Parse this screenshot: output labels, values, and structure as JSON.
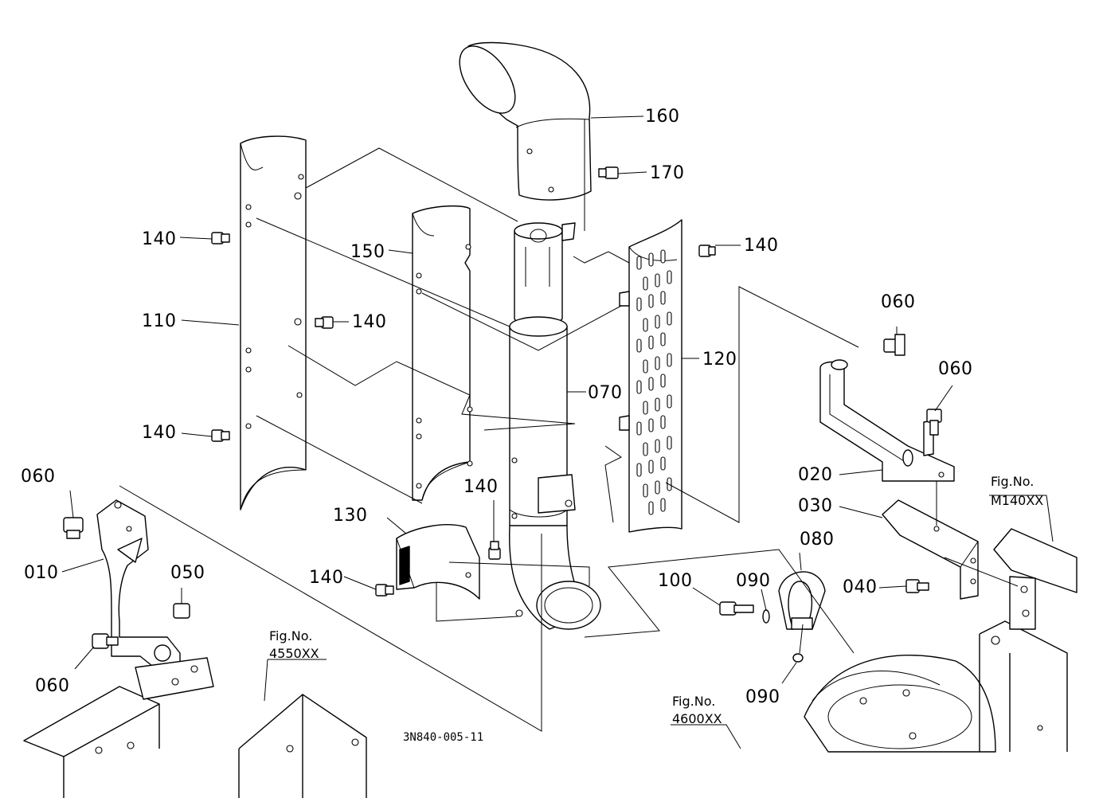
{
  "diagram": {
    "drawing_code": "3N840-005-11",
    "labels": {
      "p160": "160",
      "p170": "170",
      "p140_a": "140",
      "p150": "150",
      "p140_b": "140",
      "p110": "110",
      "p140_c": "140",
      "p120": "120",
      "p140_d": "140",
      "p070": "070",
      "p060_a": "060",
      "p060_b": "060",
      "p060_c": "060",
      "p020": "020",
      "p030": "030",
      "p140_e": "140",
      "p130": "130",
      "p010": "010",
      "p050": "050",
      "p140_f": "140",
      "p100": "100",
      "p090_a": "090",
      "p080": "080",
      "p040": "040",
      "p060_d": "060",
      "p090_b": "090"
    },
    "fig_refs": {
      "m140_title": "Fig.No.",
      "m140_code": "M140XX",
      "f4550_title": "Fig.No.",
      "f4550_code": "4550XX",
      "f4600_title": "Fig.No.",
      "f4600_code": "4600XX"
    }
  }
}
